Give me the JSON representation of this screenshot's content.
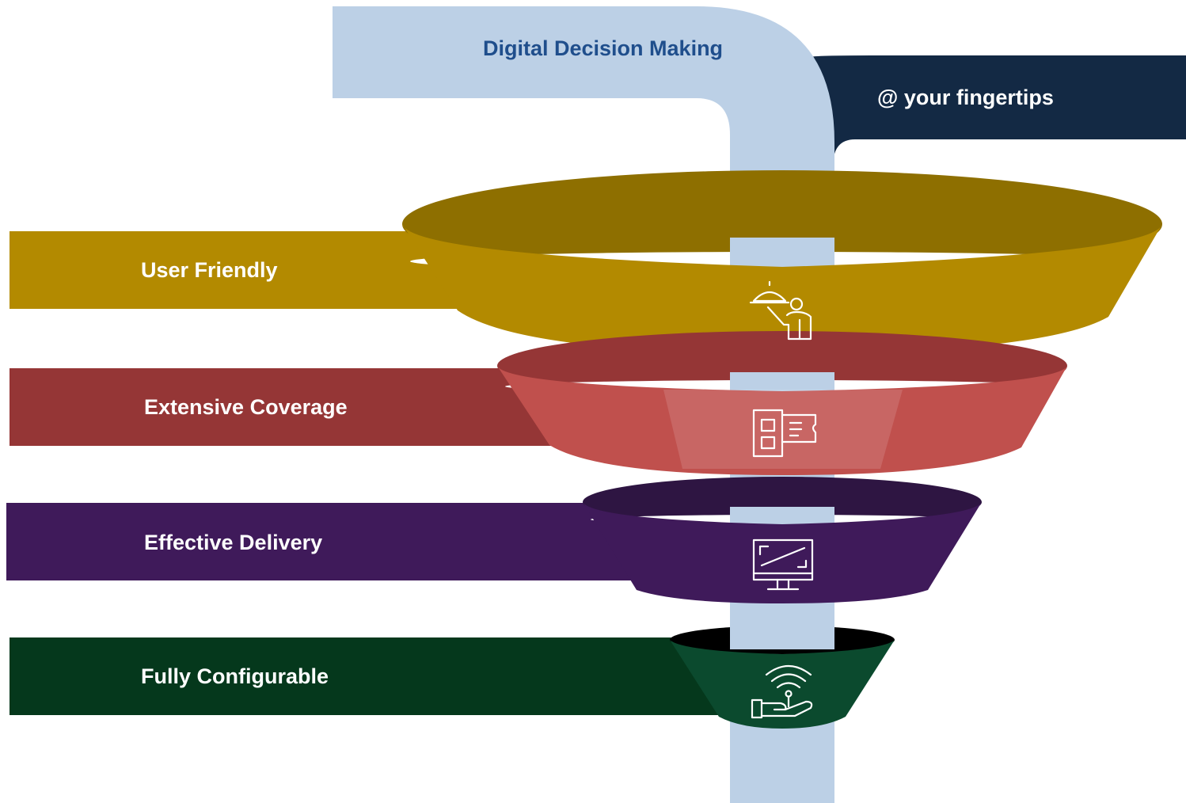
{
  "header": {
    "title": "Digital Decision Making",
    "subtitle": "@ your fingertips"
  },
  "levels": [
    {
      "label": "User Friendly",
      "icon": "waiter-serving-icon",
      "color": "#b38a00",
      "rim_color": "#8e6f00"
    },
    {
      "label": "Extensive Coverage",
      "icon": "ticket-booth-icon",
      "color": "#c0504d",
      "rim_color": "#953636"
    },
    {
      "label": "Effective Delivery",
      "icon": "monitor-icon",
      "color": "#3f1a5a",
      "rim_color": "#2e1542"
    },
    {
      "label": "Fully Configurable",
      "icon": "hand-wireless-icon",
      "color": "#0b4a2e",
      "rim_color": "#05381c"
    }
  ],
  "colors": {
    "pipe": "#bcd0e6",
    "title_text": "#1f4e8c",
    "subtitle_band": "#132944",
    "label_text": "#ffffff"
  }
}
